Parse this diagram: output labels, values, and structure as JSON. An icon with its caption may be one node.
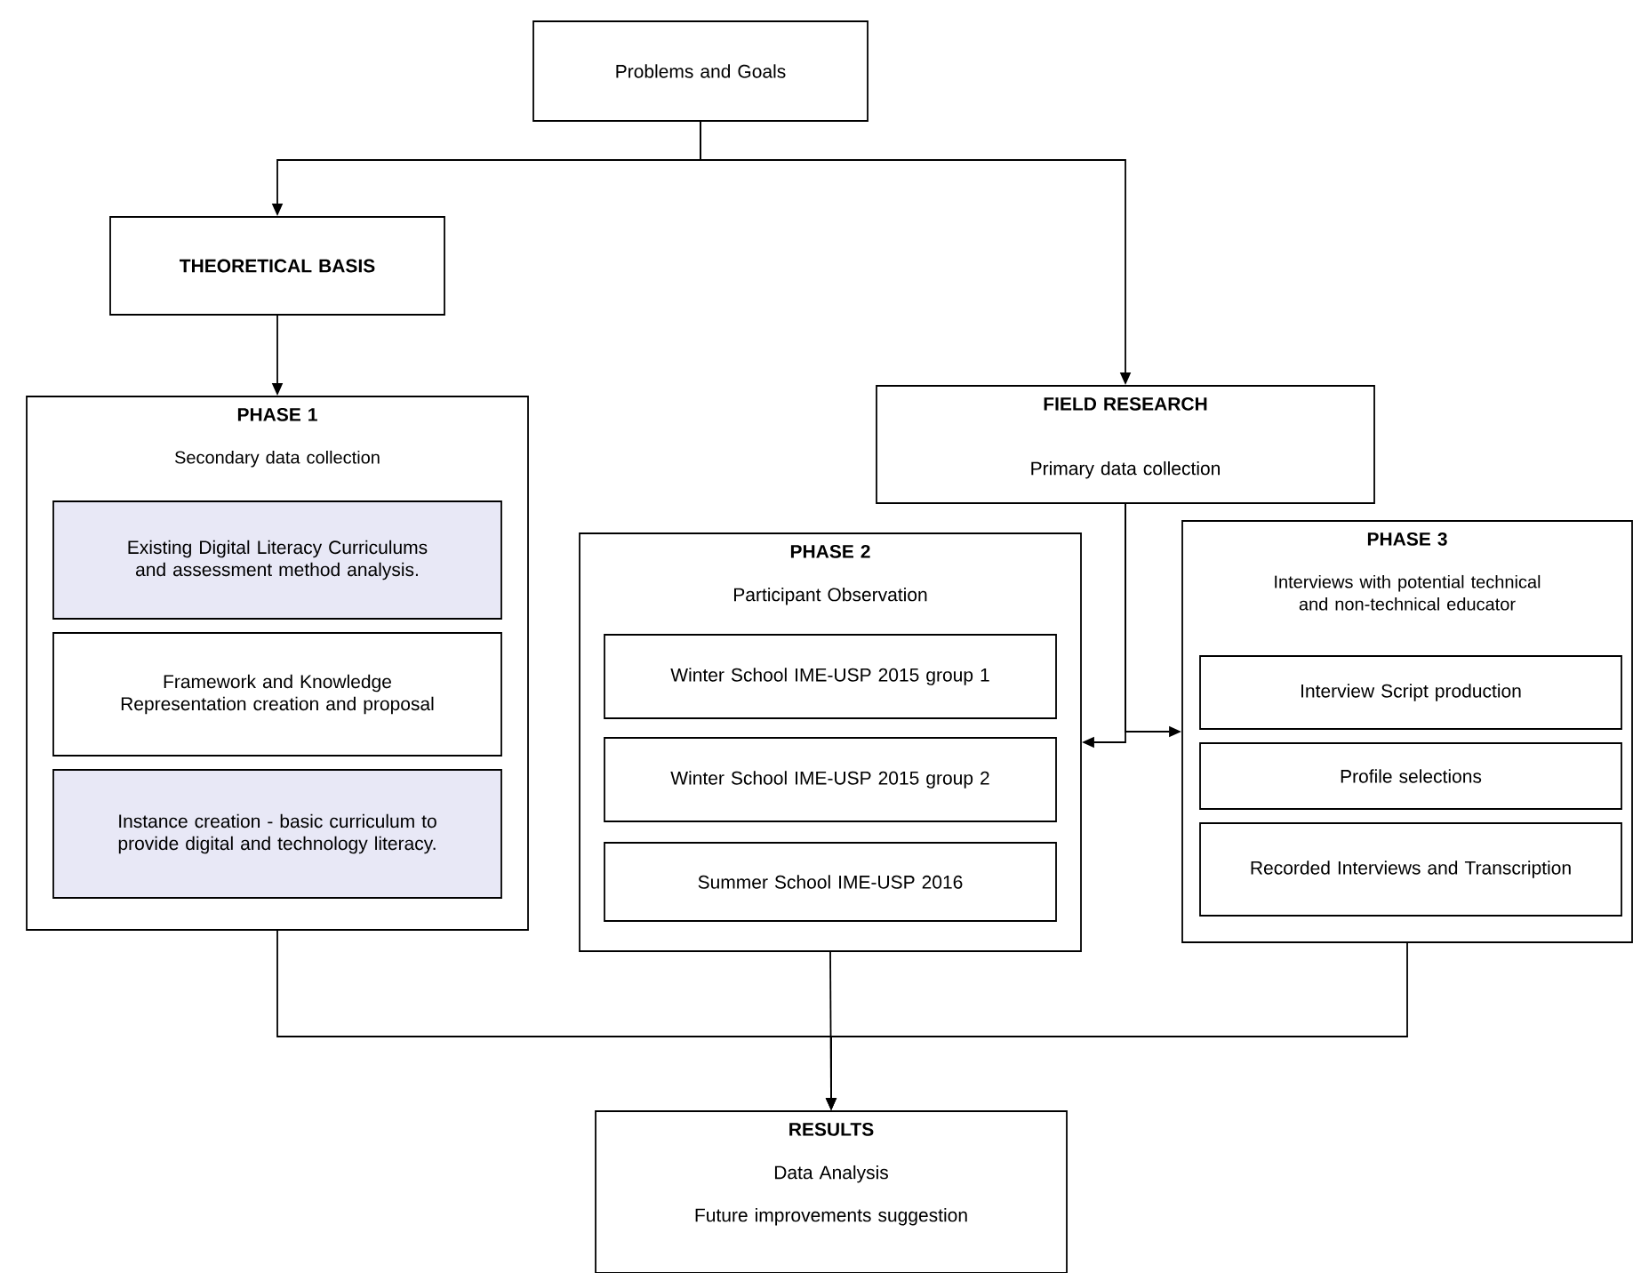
{
  "diagram": {
    "nodes": [
      {
        "text": [
          "Problems and Goals"
        ]
      },
      {
        "text": [
          "THEORETICAL BASIS"
        ]
      },
      {
        "text": [
          "PHASE 1",
          "Secondary data collection"
        ]
      },
      {
        "text": [
          "Existing Digital Literacy Curriculums and assessment method analysis."
        ],
        "in": 2
      },
      {
        "text": [
          "Framework and Knowledge Representation creation and proposal"
        ],
        "in": 2
      },
      {
        "text": [
          "Instance creation - basic curriculum to provide digital and technology literacy."
        ],
        "in": 2
      },
      {
        "text": [
          "FIELD RESEARCH",
          "Primary data collection"
        ]
      },
      {
        "text": [
          "PHASE 2",
          "Participant Observation"
        ]
      },
      {
        "text": [
          "Winter School IME-USP 2015 group 1"
        ],
        "in": 7
      },
      {
        "text": [
          "Winter School IME-USP 2015 group 2"
        ],
        "in": 7
      },
      {
        "text": [
          "Summer School IME-USP 2016"
        ],
        "in": 7
      },
      {
        "text": [
          "PHASE 3",
          "Interviews with potential technical and non-technical educator"
        ]
      },
      {
        "text": [
          "Interview Script production"
        ],
        "in": 11
      },
      {
        "text": [
          "Profile selections"
        ],
        "in": 11
      },
      {
        "text": [
          "Recorded Interviews and Transcription"
        ],
        "in": 11
      },
      {
        "text": [
          "RESULTS",
          "Data Analysis",
          "Future improvements suggestion"
        ]
      }
    ],
    "edges": [
      {
        "from": 0,
        "to": 1,
        "arrow": "to"
      },
      {
        "from": 0,
        "to": 6,
        "arrow": "to"
      },
      {
        "from": 1,
        "to": 2,
        "arrow": "to"
      },
      {
        "from": 6,
        "to": 7,
        "arrow": "to"
      },
      {
        "from": 6,
        "to": 11,
        "arrow": "to"
      },
      {
        "from": 2,
        "to": 15,
        "arrow": "to"
      },
      {
        "from": 7,
        "to": 15,
        "arrow": "to"
      },
      {
        "from": 11,
        "to": 15,
        "arrow": "to"
      }
    ]
  }
}
